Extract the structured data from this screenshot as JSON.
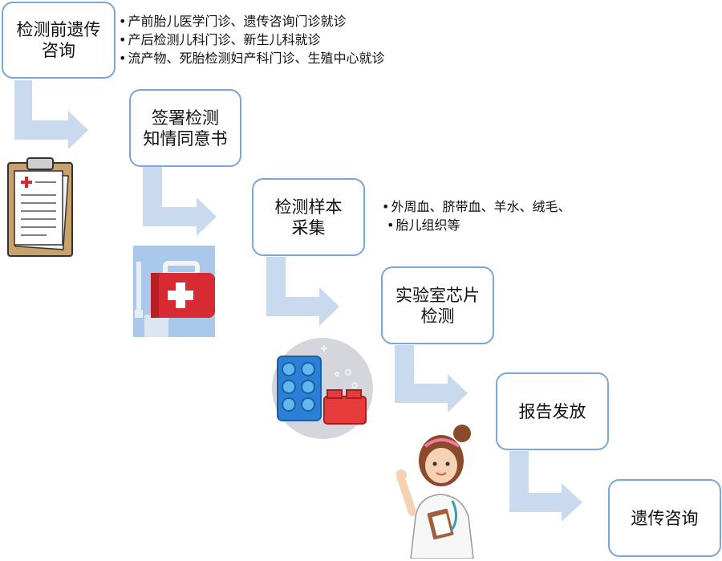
{
  "steps": [
    {
      "id": "pre-test-counseling",
      "label": "检测前遗传\n咨询"
    },
    {
      "id": "consent",
      "label": "签署检测\n知情同意书"
    },
    {
      "id": "sampling",
      "label": "检测样本\n采集"
    },
    {
      "id": "lab-chip",
      "label": "实验室芯片\n检测"
    },
    {
      "id": "report",
      "label": "报告发放"
    },
    {
      "id": "genetic-counseling",
      "label": "遗传咨询"
    }
  ],
  "notes": {
    "clinics": [
      "产前胎儿医学门诊、遗传咨询门诊就诊",
      "产后检测儿科门诊、新生儿科就诊",
      "流产物、死胎检测妇产科门诊、生殖中心就诊"
    ],
    "samples": [
      "外周血、脐带血、羊水、绒毛、",
      "胎儿组织等"
    ]
  },
  "icons": [
    "clipboard-icon",
    "medical-kit-icon",
    "sample-tray-icon",
    "doctor-icon"
  ],
  "colors": {
    "arrow": "#c9d9ee",
    "border": "#7aa6d8",
    "red": "#d62b33"
  }
}
